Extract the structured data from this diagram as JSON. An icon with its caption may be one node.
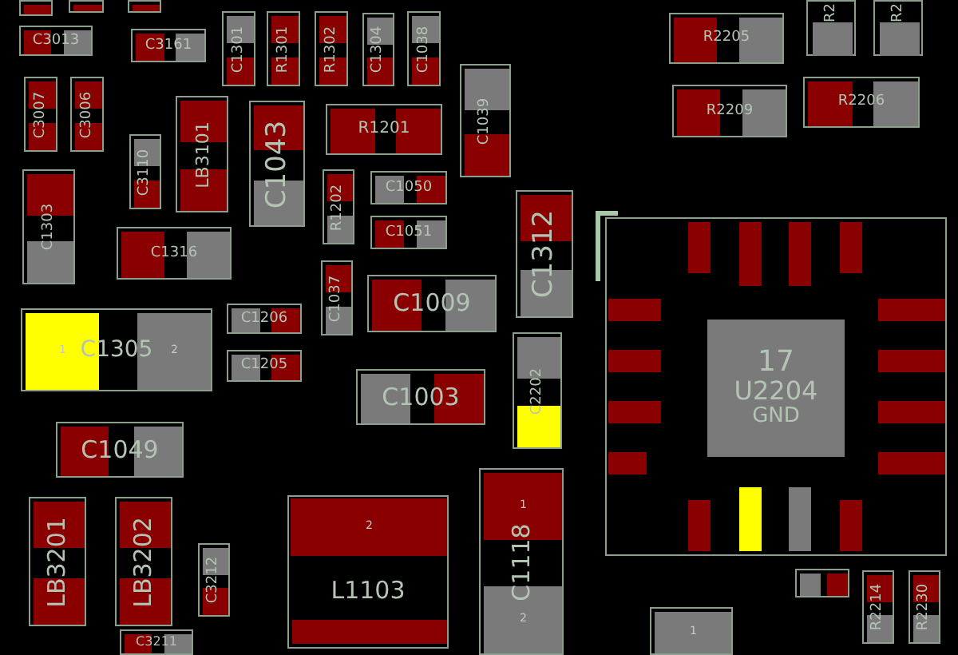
{
  "diagram": {
    "nodes": [
      {
        "text": [
          "C3013"
        ]
      },
      {
        "text": [
          "C3161"
        ]
      },
      {
        "text": [
          "C1301"
        ]
      },
      {
        "text": [
          "R1301"
        ]
      },
      {
        "text": [
          "R1302"
        ]
      },
      {
        "text": [
          "C1304"
        ]
      },
      {
        "text": [
          "C1038"
        ]
      },
      {
        "text": [
          "C3007"
        ]
      },
      {
        "text": [
          "C3006"
        ]
      },
      {
        "text": [
          "LB3101"
        ]
      },
      {
        "text": [
          "C1043"
        ]
      },
      {
        "text": [
          "R1201"
        ]
      },
      {
        "text": [
          "C1039"
        ]
      },
      {
        "text": [
          "C3110"
        ]
      },
      {
        "text": [
          "C1303"
        ]
      },
      {
        "text": [
          "C1316"
        ]
      },
      {
        "text": [
          "R1202"
        ]
      },
      {
        "text": [
          "C1050"
        ]
      },
      {
        "text": [
          "C1051"
        ]
      },
      {
        "text": [
          "C1312"
        ]
      },
      {
        "text": [
          "C1037"
        ]
      },
      {
        "text": [
          "C1009"
        ]
      },
      {
        "text": [
          "C1206"
        ]
      },
      {
        "text": [
          "1",
          "C1305",
          "2"
        ]
      },
      {
        "text": [
          "C1205"
        ]
      },
      {
        "text": [
          "C1003"
        ]
      },
      {
        "text": [
          "C2202"
        ]
      },
      {
        "text": [
          "C1049"
        ]
      },
      {
        "text": [
          "LB3201"
        ]
      },
      {
        "text": [
          "LB3202"
        ]
      },
      {
        "text": [
          "C3212"
        ]
      },
      {
        "text": [
          "2",
          "L1103"
        ]
      },
      {
        "text": [
          "1",
          "C1118",
          "2"
        ]
      },
      {
        "text": [
          "C3211"
        ]
      },
      {
        "text": [
          "R2205"
        ]
      },
      {
        "text": [
          "R2209"
        ]
      },
      {
        "text": [
          "R2206"
        ]
      },
      {
        "text": [
          "R2"
        ]
      },
      {
        "text": [
          "R2"
        ]
      },
      {
        "text": [
          "17",
          "U2204",
          "GND"
        ]
      },
      {
        "text": [],
        "shape": "box"
      },
      {
        "text": [
          "R2214"
        ]
      },
      {
        "text": [
          "R2230"
        ]
      },
      {
        "text": [
          "1"
        ]
      },
      {
        "text": [],
        "shape": "box"
      },
      {
        "text": [],
        "shape": "box"
      },
      {
        "text": [],
        "shape": "box"
      },
      {
        "text": [],
        "shape": "bar",
        "in": 31
      }
    ]
  }
}
